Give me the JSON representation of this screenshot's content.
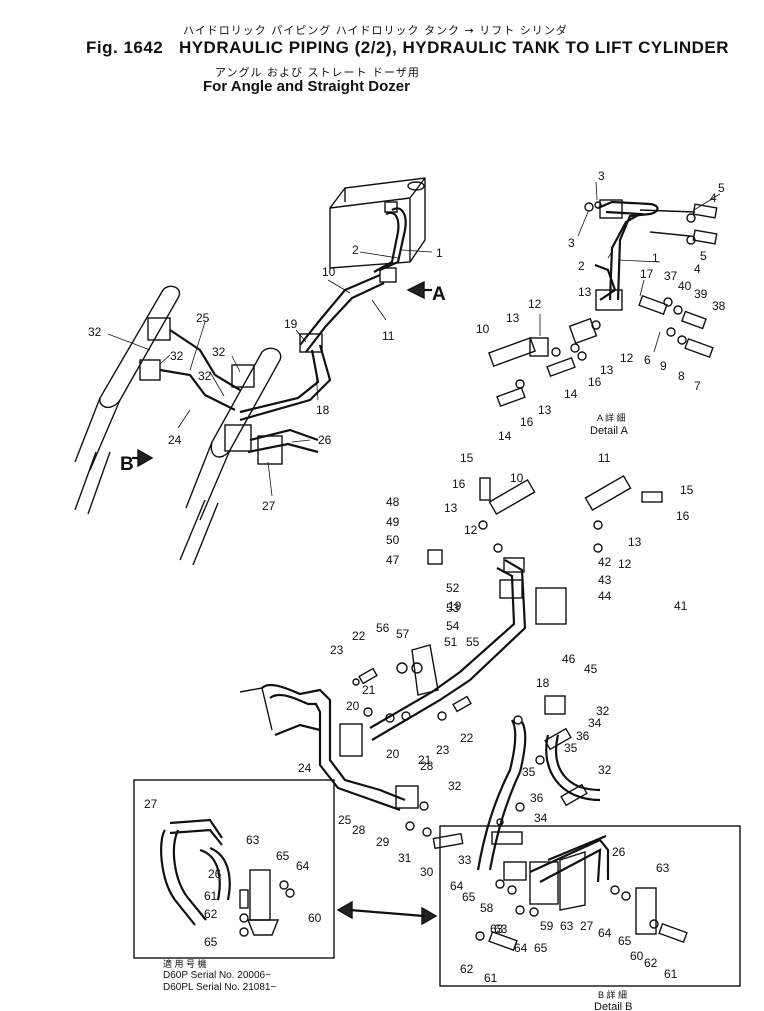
{
  "header": {
    "jp_title": "ハイドロリック パイピング    ハイドロリック タンク → リフト シリンダ",
    "fig_number": "Fig. 1642",
    "title": "HYDRAULIC PIPING (2/2), HYDRAULIC TANK TO LIFT CYLINDER",
    "jp_subtitle": "アングル および ストレート ドーザ用",
    "subtitle": "For Angle and Straight Dozer"
  },
  "view_markers": {
    "a": "A",
    "b": "B"
  },
  "detail_a": {
    "jp": "A 詳 細",
    "label": "Detail A"
  },
  "detail_b": {
    "jp": "B 詳 細",
    "label": "Detail B"
  },
  "applicability": {
    "jp": "適 用 号 機",
    "line1": "D60P  Serial No. 20006~",
    "line2": "D60PL Serial No. 21081~"
  },
  "callouts": [
    {
      "id": "c1",
      "text": "1"
    },
    {
      "id": "c2",
      "text": "2"
    },
    {
      "id": "c10",
      "text": "10"
    },
    {
      "id": "c11",
      "text": "11"
    },
    {
      "id": "c19",
      "text": "19"
    },
    {
      "id": "c18",
      "text": "18"
    },
    {
      "id": "c25",
      "text": "25"
    },
    {
      "id": "c32a",
      "text": "32"
    },
    {
      "id": "c32b",
      "text": "32"
    },
    {
      "id": "c32c",
      "text": "32"
    },
    {
      "id": "c32d",
      "text": "32"
    },
    {
      "id": "c24",
      "text": "24"
    },
    {
      "id": "c26",
      "text": "26"
    },
    {
      "id": "c27",
      "text": "27"
    },
    {
      "id": "a3a",
      "text": "3"
    },
    {
      "id": "a3b",
      "text": "3"
    },
    {
      "id": "a5a",
      "text": "5"
    },
    {
      "id": "a4a",
      "text": "4"
    },
    {
      "id": "a5b",
      "text": "5"
    },
    {
      "id": "a4b",
      "text": "4"
    },
    {
      "id": "a1",
      "text": "1"
    },
    {
      "id": "a2",
      "text": "2"
    },
    {
      "id": "a17",
      "text": "17"
    },
    {
      "id": "a37",
      "text": "37"
    },
    {
      "id": "a40",
      "text": "40"
    },
    {
      "id": "a39",
      "text": "39"
    },
    {
      "id": "a38",
      "text": "38"
    },
    {
      "id": "a13a",
      "text": "13"
    },
    {
      "id": "a12a",
      "text": "12"
    },
    {
      "id": "a13b",
      "text": "13"
    },
    {
      "id": "a10",
      "text": "10"
    },
    {
      "id": "a12b",
      "text": "12"
    },
    {
      "id": "a13c",
      "text": "13"
    },
    {
      "id": "a16a",
      "text": "16"
    },
    {
      "id": "a14a",
      "text": "14"
    },
    {
      "id": "a6",
      "text": "6"
    },
    {
      "id": "a9",
      "text": "9"
    },
    {
      "id": "a8",
      "text": "8"
    },
    {
      "id": "a7",
      "text": "7"
    },
    {
      "id": "a13d",
      "text": "13"
    },
    {
      "id": "a16b",
      "text": "16"
    },
    {
      "id": "a14b",
      "text": "14"
    },
    {
      "id": "m15a",
      "text": "15"
    },
    {
      "id": "m16a",
      "text": "16"
    },
    {
      "id": "m10",
      "text": "10"
    },
    {
      "id": "m11",
      "text": "11"
    },
    {
      "id": "m15b",
      "text": "15"
    },
    {
      "id": "m16b",
      "text": "16"
    },
    {
      "id": "m13a",
      "text": "13"
    },
    {
      "id": "m13b",
      "text": "13"
    },
    {
      "id": "m48",
      "text": "48"
    },
    {
      "id": "m49",
      "text": "49"
    },
    {
      "id": "m50",
      "text": "50"
    },
    {
      "id": "m12a",
      "text": "12"
    },
    {
      "id": "m12b",
      "text": "12"
    },
    {
      "id": "m47",
      "text": "47"
    },
    {
      "id": "m42",
      "text": "42"
    },
    {
      "id": "m43",
      "text": "43"
    },
    {
      "id": "m44",
      "text": "44"
    },
    {
      "id": "m41",
      "text": "41"
    },
    {
      "id": "m52",
      "text": "52"
    },
    {
      "id": "m53",
      "text": "53"
    },
    {
      "id": "m54",
      "text": "54"
    },
    {
      "id": "m19",
      "text": "19"
    },
    {
      "id": "m22a",
      "text": "22"
    },
    {
      "id": "m56",
      "text": "56"
    },
    {
      "id": "m57",
      "text": "57"
    },
    {
      "id": "m51",
      "text": "51"
    },
    {
      "id": "m55",
      "text": "55"
    },
    {
      "id": "m46",
      "text": "46"
    },
    {
      "id": "m45",
      "text": "45"
    },
    {
      "id": "m23a",
      "text": "23"
    },
    {
      "id": "m21a",
      "text": "21"
    },
    {
      "id": "m18",
      "text": "18"
    },
    {
      "id": "m20a",
      "text": "20"
    },
    {
      "id": "m22b",
      "text": "22"
    },
    {
      "id": "m20b",
      "text": "20"
    },
    {
      "id": "m23b",
      "text": "23"
    },
    {
      "id": "m21b",
      "text": "21"
    },
    {
      "id": "m24",
      "text": "24"
    },
    {
      "id": "m28a",
      "text": "28"
    },
    {
      "id": "m25",
      "text": "25"
    },
    {
      "id": "m28b",
      "text": "28"
    },
    {
      "id": "m29",
      "text": "29"
    },
    {
      "id": "m31",
      "text": "31"
    },
    {
      "id": "m30",
      "text": "30"
    },
    {
      "id": "m33",
      "text": "33"
    },
    {
      "id": "m32a",
      "text": "32"
    },
    {
      "id": "m32b",
      "text": "32"
    },
    {
      "id": "m32c",
      "text": "32"
    },
    {
      "id": "m34a",
      "text": "34"
    },
    {
      "id": "m36a",
      "text": "36"
    },
    {
      "id": "m35a",
      "text": "35"
    },
    {
      "id": "m35b",
      "text": "35"
    },
    {
      "id": "m36b",
      "text": "36"
    },
    {
      "id": "m34b",
      "text": "34"
    },
    {
      "id": "b26",
      "text": "26"
    },
    {
      "id": "b63a",
      "text": "63"
    },
    {
      "id": "b64a",
      "text": "64"
    },
    {
      "id": "b65a",
      "text": "65"
    },
    {
      "id": "b58",
      "text": "58"
    },
    {
      "id": "b59",
      "text": "59"
    },
    {
      "id": "b63b",
      "text": "63"
    },
    {
      "id": "b27",
      "text": "27"
    },
    {
      "id": "b63c",
      "text": "63"
    },
    {
      "id": "b64b",
      "text": "64"
    },
    {
      "id": "b65b",
      "text": "65"
    },
    {
      "id": "b63d",
      "text": "63"
    },
    {
      "id": "b64c",
      "text": "64"
    },
    {
      "id": "b65c",
      "text": "65"
    },
    {
      "id": "b60",
      "text": "60"
    },
    {
      "id": "b62a",
      "text": "62"
    },
    {
      "id": "b61a",
      "text": "61"
    },
    {
      "id": "b62b",
      "text": "62"
    },
    {
      "id": "b61b",
      "text": "61"
    },
    {
      "id": "i27",
      "text": "27"
    },
    {
      "id": "i26",
      "text": "26"
    },
    {
      "id": "i63",
      "text": "63"
    },
    {
      "id": "i65a",
      "text": "65"
    },
    {
      "id": "i64",
      "text": "64"
    },
    {
      "id": "i61",
      "text": "61"
    },
    {
      "id": "i62",
      "text": "62"
    },
    {
      "id": "i65b",
      "text": "65"
    },
    {
      "id": "i60",
      "text": "60"
    }
  ]
}
